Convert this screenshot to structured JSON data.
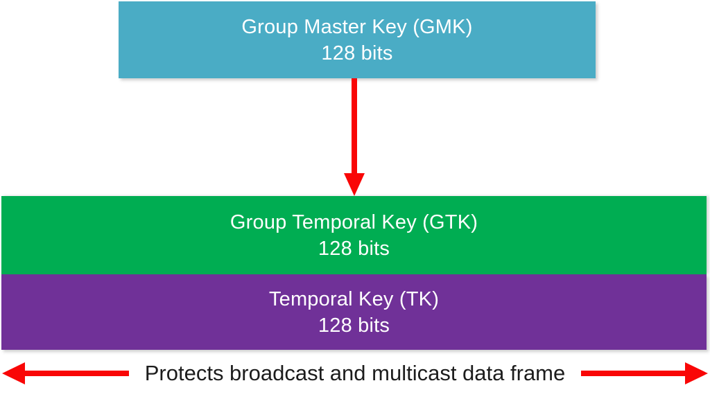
{
  "diagram": {
    "gmk_box": {
      "title": "Group Master Key (GMK)",
      "subtitle": "128 bits",
      "color": "#4aacc5"
    },
    "gtk_box": {
      "title": "Group Temporal Key (GTK)",
      "subtitle": "128 bits",
      "color": "#00ad52"
    },
    "tk_box": {
      "title": "Temporal Key (TK)",
      "subtitle": "128 bits",
      "color": "#703198"
    },
    "footer": {
      "label": "Protects broadcast and multicast data frame",
      "text_color": "#1c1c1c"
    },
    "colors": {
      "arrow_red": "#f90606"
    },
    "icons": {
      "down_arrow": "down-arrow",
      "left_arrow": "left-arrow",
      "right_arrow": "right-arrow"
    }
  }
}
